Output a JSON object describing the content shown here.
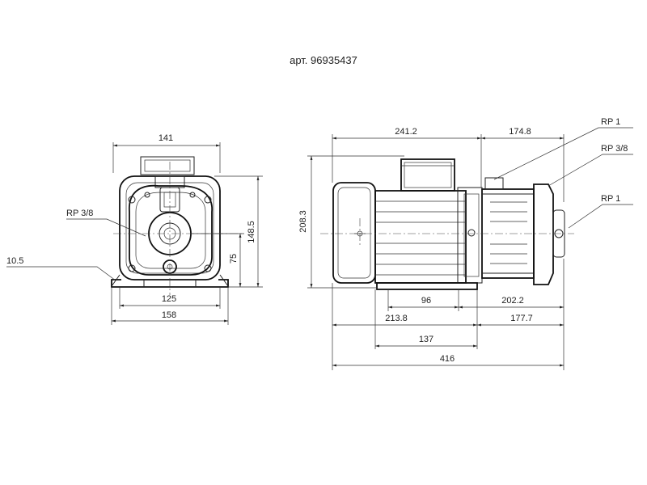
{
  "title": "арт. 96935437",
  "front_view": {
    "dim_width_top": "141",
    "dim_height_total": "148.5",
    "dim_axis_height": "75",
    "dim_foot_inner": "125",
    "dim_foot_outer": "158",
    "dim_foot_thickness": "10.5",
    "label_port": "RP 3/8"
  },
  "side_view": {
    "dim_height": "208.3",
    "dim_motor_length": "241.2",
    "dim_pump_length": "174.8",
    "dim_96": "96",
    "dim_202_2": "202.2",
    "dim_213_8": "213.8",
    "dim_177_7": "177.7",
    "dim_137": "137",
    "dim_overall": "416",
    "label_outlet": "RP 1",
    "label_drain": "RP 3/8",
    "label_inlet": "RP 1"
  }
}
